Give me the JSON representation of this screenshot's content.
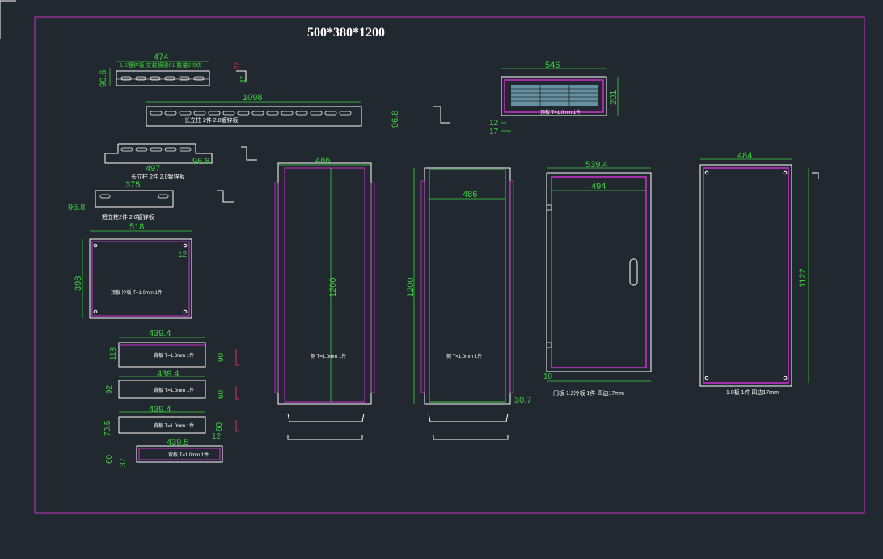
{
  "colors": {
    "background": "#212830",
    "frame": "#c832c8",
    "dimension": "#3fd03f",
    "outline": "#ffffff",
    "part": "#d030d0",
    "title": "#ffffff",
    "hole": "#e03060",
    "accent_cyan": "#9fe8ff"
  },
  "title": "500*380*1200",
  "parts": {
    "top_rail": {
      "width_dim": "474",
      "height_dim": "90.6",
      "label": "1.5镀锌板 安装横梁01 数量2 5块",
      "side_dims": [
        "22",
        "37"
      ]
    },
    "long_rail": {
      "width_dim": "1098",
      "height_dim": "96.8",
      "label": "长立柱 2件 2.0镀锌板"
    },
    "mid_rail": {
      "width_dim": "497",
      "height_dim": "96.8",
      "label": "长立柱 2件 2.0镀锌板"
    },
    "short_rail": {
      "width_dim": "375",
      "height_dim": "96.8",
      "label": "短立柱2件 2.0镀锌板"
    },
    "plate": {
      "width_dim": "518",
      "height_dim": "398",
      "corner_dim": "12",
      "label": "顶板 冷板 T=1.0mm 1件"
    },
    "small_plates": [
      {
        "width_dim": "439.4",
        "height_dim": "118",
        "side_dim": "90",
        "label": "背板 T=1.0mm 1件"
      },
      {
        "width_dim": "439.4",
        "height_dim": "92",
        "side_dim": "60",
        "label": "背板 T=1.0mm 1件"
      },
      {
        "width_dim": "439.4",
        "height_dim": "70.5",
        "side_dim": "60",
        "extra_dim": "12",
        "label": "背板 T=1.0mm 1件"
      },
      {
        "width_dim": "439.5",
        "height_dim": "60",
        "side_dim": "37",
        "label": "背板 T=1.0mm 1件"
      }
    ],
    "vent_plate": {
      "width_dim": "546",
      "height_dim": "201",
      "dims": [
        "12",
        "17"
      ],
      "label": "顶板 T=1.0mm 1件"
    },
    "side_panel_left": {
      "width_dim": "486",
      "height_dim": "1200",
      "label": "侧 T=1.0mm 1件"
    },
    "side_panel_right": {
      "width_dim": "486",
      "height_dim": "1200",
      "corner_dim": "30.7",
      "label": "侧 T=1.0mm 1件"
    },
    "door": {
      "outer_dim": "539.4",
      "inner_dim": "494",
      "bottom_dim": "10",
      "label": "门板 1.2冷板 1件 四边17mm"
    },
    "back_panel": {
      "width_dim": "484",
      "height_dim": "1122",
      "label": "1.0板 1件 四边17mm"
    }
  }
}
